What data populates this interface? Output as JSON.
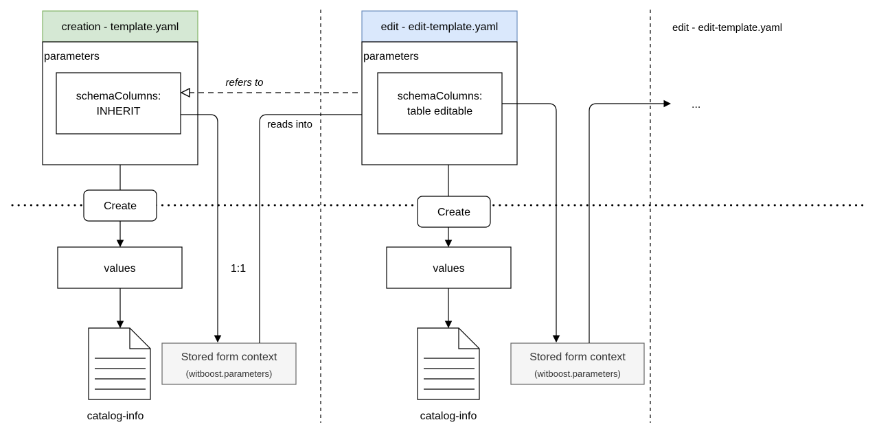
{
  "colors": {
    "creation_header_fill": "#d5e8d4",
    "creation_header_stroke": "#82b366",
    "edit_header_fill": "#dae8fc",
    "edit_header_stroke": "#6c8ebf",
    "stored_fill": "#f5f5f5",
    "stored_stroke": "#666666",
    "line": "#000000"
  },
  "columns": {
    "creation": {
      "title": "creation - template.yaml",
      "parameters": "parameters",
      "schema_line1": "schemaColumns:",
      "schema_line2": "INHERIT",
      "create": "Create",
      "values": "values",
      "catalog": "catalog-info",
      "stored_line1": "Stored form context",
      "stored_line2": "(witboost.parameters)"
    },
    "edit": {
      "title": "edit - edit-template.yaml",
      "parameters": "parameters",
      "schema_line1": "schemaColumns:",
      "schema_line2": "table editable",
      "create": "Create",
      "values": "values",
      "catalog": "catalog-info",
      "stored_line1": "Stored form context",
      "stored_line2": "(witboost.parameters)"
    },
    "next": {
      "title": "edit - edit-template.yaml",
      "ellipsis": "..."
    }
  },
  "labels": {
    "refers_to": "refers to",
    "reads_into": "reads into",
    "one_to_one": "1:1"
  },
  "icons": {
    "document": "document-icon"
  }
}
